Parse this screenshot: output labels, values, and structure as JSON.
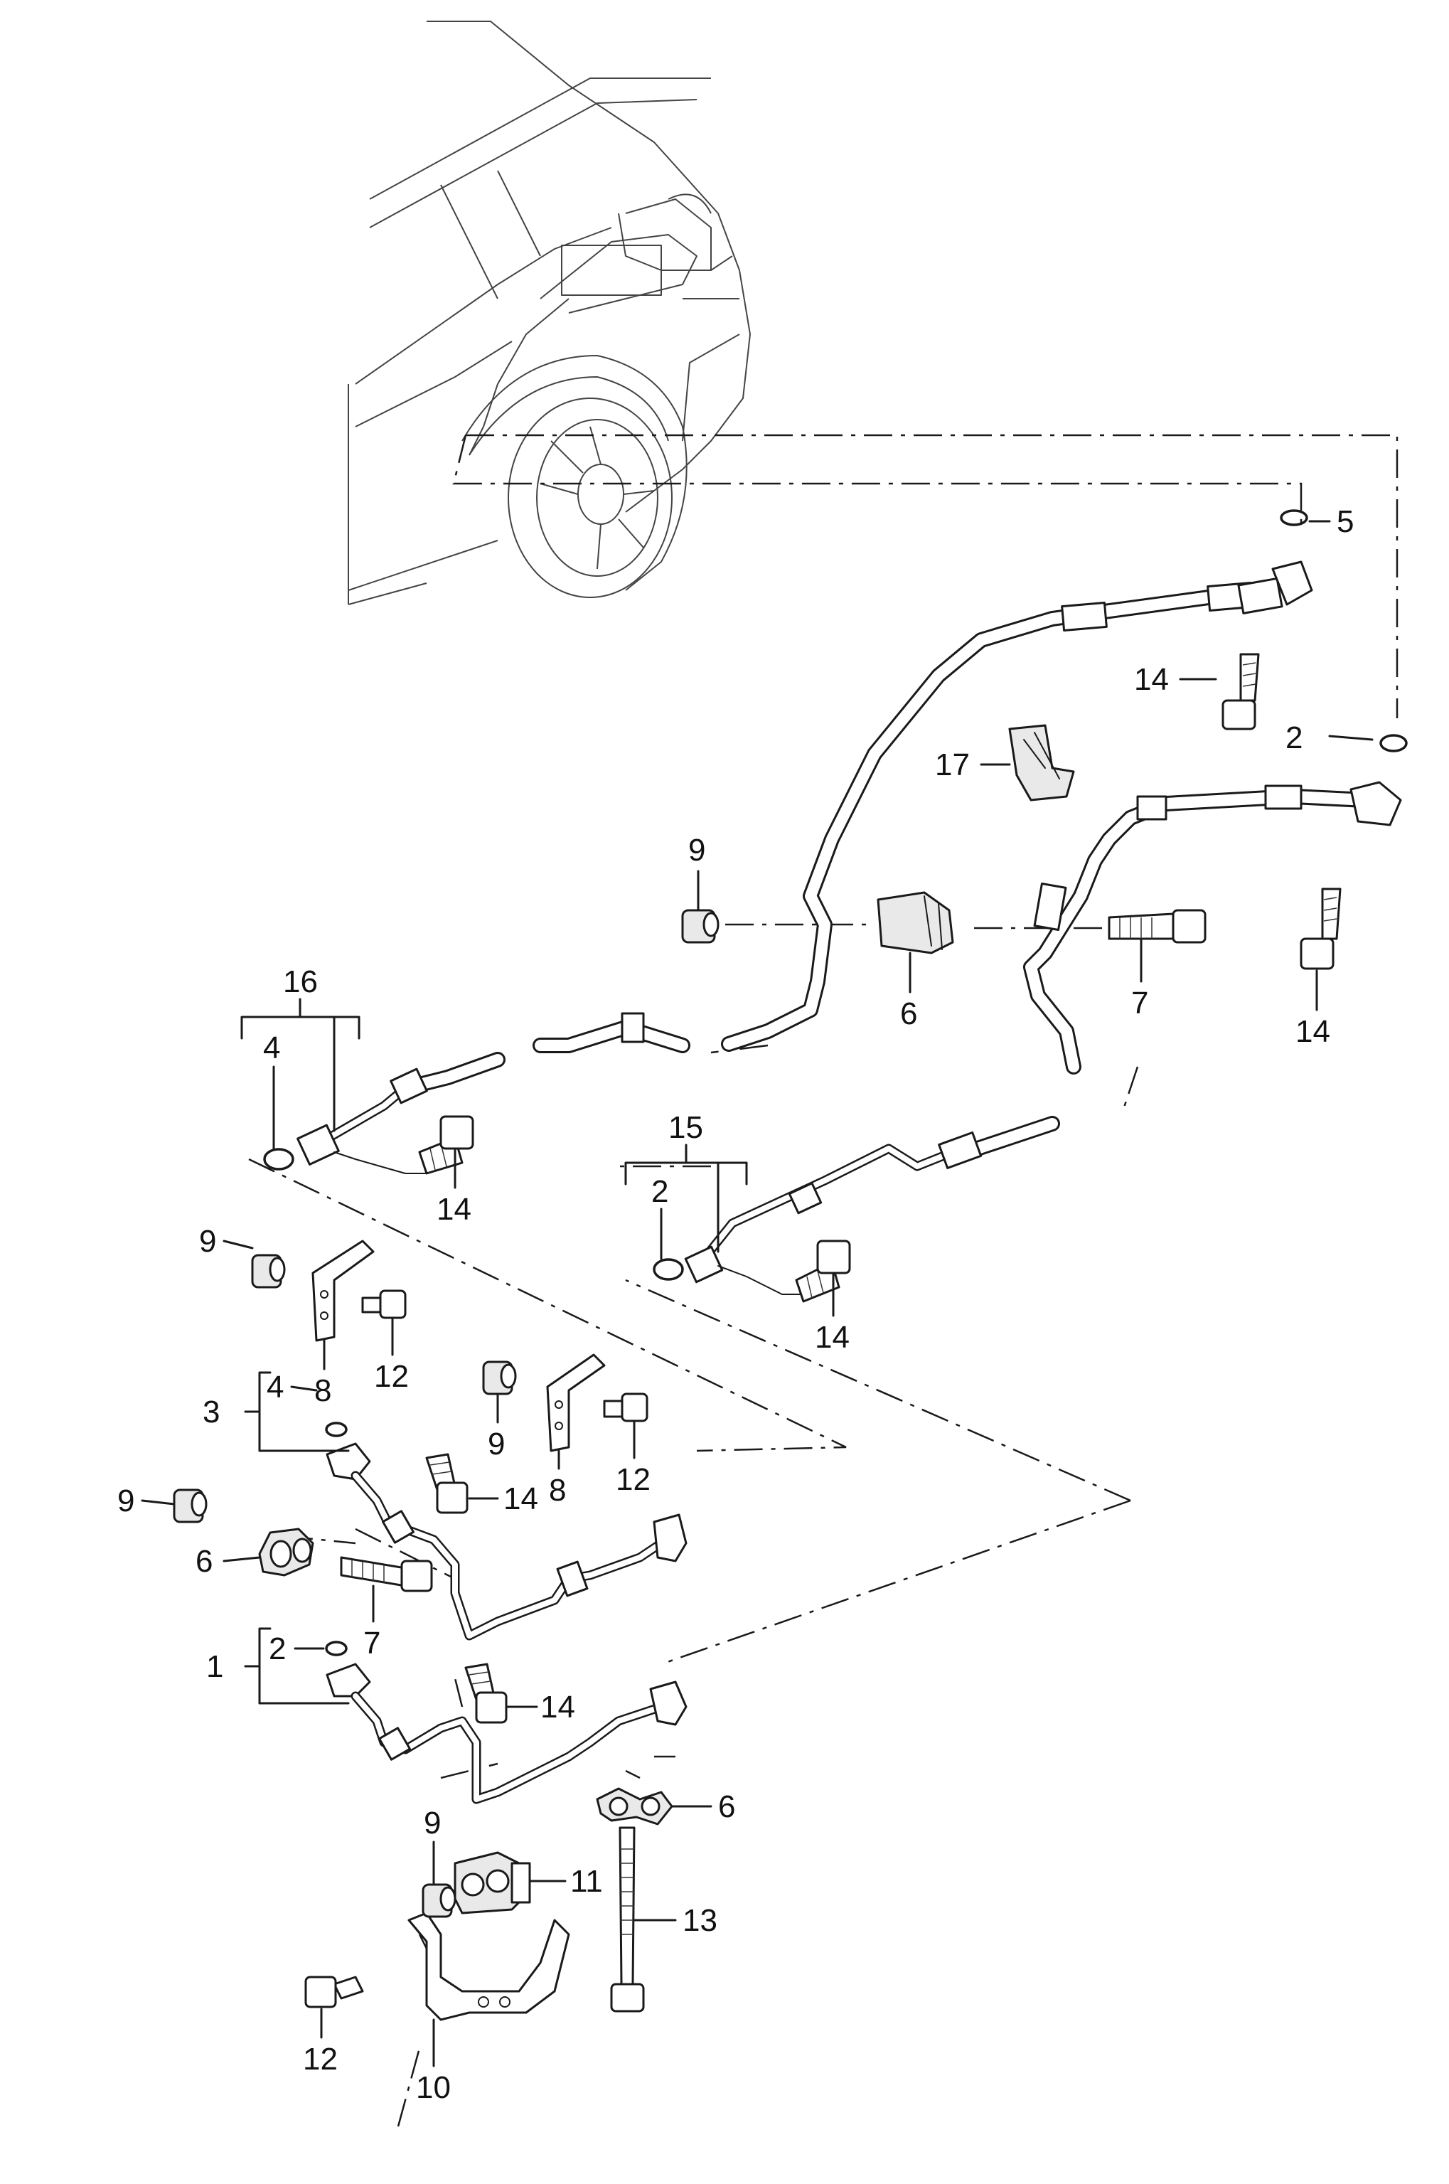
{
  "diagram": {
    "callouts": {
      "c1": "1",
      "c2a": "2",
      "c2b": "2",
      "c2c": "2",
      "c3": "3",
      "c4a": "4",
      "c4b": "4",
      "c5": "5",
      "c6a": "6",
      "c6b": "6",
      "c6c": "6",
      "c7a": "7",
      "c7b": "7",
      "c8a": "8",
      "c8b": "8",
      "c9a": "9",
      "c9b": "9",
      "c9c": "9",
      "c9d": "9",
      "c9e": "9",
      "c10": "10",
      "c11": "11",
      "c12a": "12",
      "c12b": "12",
      "c12c": "12",
      "c13": "13",
      "c14a": "14",
      "c14b": "14",
      "c14c": "14",
      "c14d": "14",
      "c14e": "14",
      "c14f": "14",
      "c15": "15",
      "c16": "16",
      "c17": "17"
    },
    "colors": {
      "line": "#1a1a1a",
      "background": "#ffffff"
    }
  }
}
